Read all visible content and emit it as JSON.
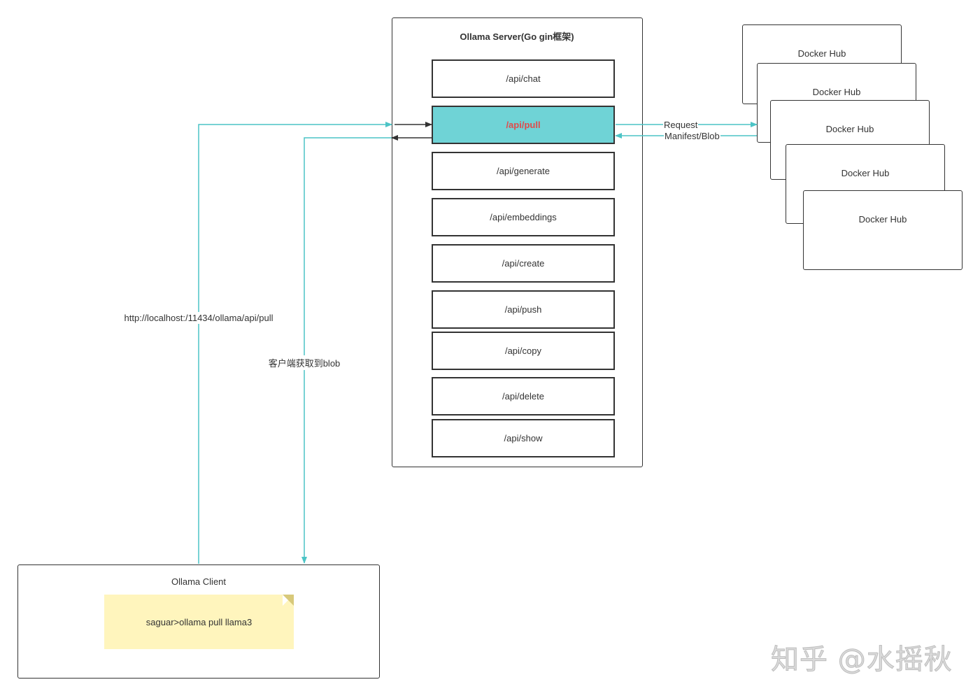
{
  "server": {
    "title": "Ollama Server(Go gin框架)",
    "endpoints": [
      {
        "label": "/api/chat",
        "active": false
      },
      {
        "label": "/api/pull",
        "active": true
      },
      {
        "label": "/api/generate",
        "active": false
      },
      {
        "label": "/api/embeddings",
        "active": false
      },
      {
        "label": "/api/create",
        "active": false
      },
      {
        "label": "/api/push",
        "active": false
      },
      {
        "label": "/api/copy",
        "active": false
      },
      {
        "label": "/api/delete",
        "active": false
      },
      {
        "label": "/api/show",
        "active": false
      }
    ]
  },
  "hubs": [
    "Docker Hub",
    "Docker Hub",
    "Docker Hub",
    "Docker Hub",
    "Docker Hub"
  ],
  "edges": {
    "request_label": "Request",
    "response_label": "Manifest/Blob",
    "client_request_label": "http://localhost:/11434/ollama/api/pull",
    "client_response_label": "客户端获取到blob"
  },
  "client": {
    "title": "Ollama Client",
    "command": "saguar>ollama pull llama3"
  },
  "watermark": "知乎 @水摇秋",
  "colors": {
    "accent": "#6fd3d6",
    "accent_line": "#4cc4c6",
    "active_text": "#e04b4b",
    "note_bg": "#fff5bd"
  }
}
